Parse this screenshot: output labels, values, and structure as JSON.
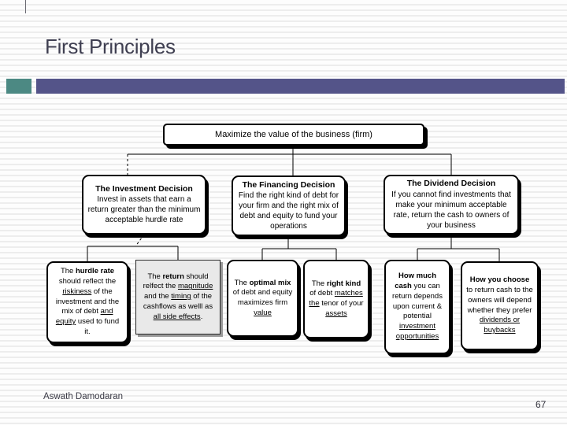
{
  "slide": {
    "title": "First Principles",
    "footer_author": "Aswath Damodaran",
    "page_number": "67"
  },
  "colors": {
    "accent_teal": "#4C8983",
    "accent_purple": "#545489",
    "title_text": "#3F3F51"
  },
  "diagram": {
    "root_label": "Maximize the value of the business (firm)",
    "decisions": [
      {
        "title": "The Investment Decision",
        "body": "Invest in assets that earn a return greater than the minimum acceptable hurdle rate"
      },
      {
        "title": "The Financing Decision",
        "body": "Find the right kind of debt for your firm and the right mix of debt and equity to fund your operations"
      },
      {
        "title": "The Dividend Decision",
        "body": "If you cannot find investments that make your minimum acceptable rate, return the cash to owners of your business"
      }
    ],
    "details": [
      {
        "id": "hurdle-rate",
        "runs": [
          {
            "t": "The "
          },
          {
            "t": "hurdle rate",
            "b": true
          },
          {
            "t": " should reflect the "
          },
          {
            "t": "riskiness",
            "u": true
          },
          {
            "t": " of the investment and the mix of debt "
          },
          {
            "t": "and equity",
            "u": true
          },
          {
            "t": " used to fund it."
          }
        ]
      },
      {
        "id": "return-measure",
        "runs": [
          {
            "t": "The "
          },
          {
            "t": "return",
            "b": true
          },
          {
            "t": " should relfect the "
          },
          {
            "t": "magnitude",
            "u": true
          },
          {
            "t": " and the "
          },
          {
            "t": "timing",
            "u": true
          },
          {
            "t": " of the cashflows as welll as "
          },
          {
            "t": "all side effects",
            "u": true
          },
          {
            "t": "."
          }
        ]
      },
      {
        "id": "optimal-mix",
        "runs": [
          {
            "t": "The "
          },
          {
            "t": "optimal mix",
            "b": true
          },
          {
            "t": " of debt and equity maximizes firm "
          },
          {
            "t": "value",
            "u": true
          }
        ]
      },
      {
        "id": "right-kind-of-debt",
        "runs": [
          {
            "t": "The "
          },
          {
            "t": "right kind",
            "b": true
          },
          {
            "t": " of debt "
          },
          {
            "t": "matches the",
            "u": true
          },
          {
            "t": " tenor of your "
          },
          {
            "t": "assets",
            "u": true
          }
        ]
      },
      {
        "id": "how-much-cash",
        "runs": [
          {
            "t": "How much cash",
            "b": true
          },
          {
            "t": " you can return depends upon current & potential "
          },
          {
            "t": "investment opportunities",
            "u": true
          }
        ]
      },
      {
        "id": "how-to-return-cash",
        "runs": [
          {
            "t": "How you choose",
            "b": true
          },
          {
            "t": " to return cash to the owners will depend whether they prefer "
          },
          {
            "t": "dividends or buybacks",
            "u": true
          }
        ]
      }
    ]
  }
}
